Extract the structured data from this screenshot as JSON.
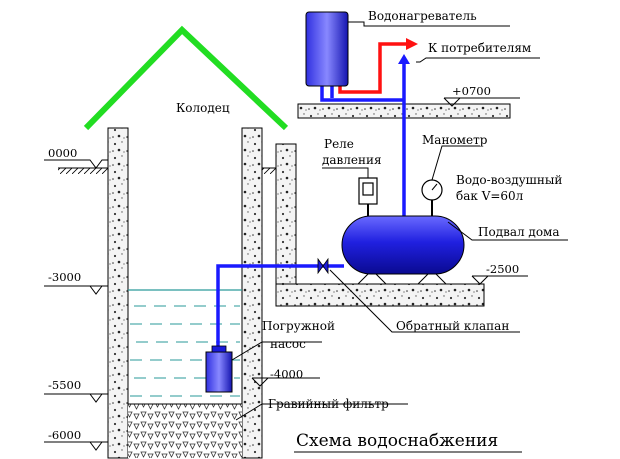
{
  "title": "Схема водоснабжения",
  "labels": {
    "water_heater": "Водонагреватель",
    "to_consumers": "К потребителям",
    "well": "Колодец",
    "pressure_relay_line1": "Реле",
    "pressure_relay_line2": "давления",
    "manometer": "Манометр",
    "tank_line1": "Водо-воздушный",
    "tank_line2": "бак V=60л",
    "basement": "Подвал дома",
    "check_valve": "Обратный клапан",
    "pump_line1": "Погружной",
    "pump_line2": "насос",
    "gravel_filter": "Гравийный фильтр"
  },
  "levels": {
    "ground": "0000",
    "heater_shelf": "+0700",
    "water_level": "-3000",
    "basement_floor": "-2500",
    "pump_depth": "-4000",
    "filter_top": "-5500",
    "well_bottom": "-6000"
  },
  "colors": {
    "roof": "#22dd22",
    "hot_pipe": "#ff1111",
    "cold_pipe": "#1a1aff",
    "equipment": "#1a1adb",
    "water_lines": "#2a9a9a"
  }
}
